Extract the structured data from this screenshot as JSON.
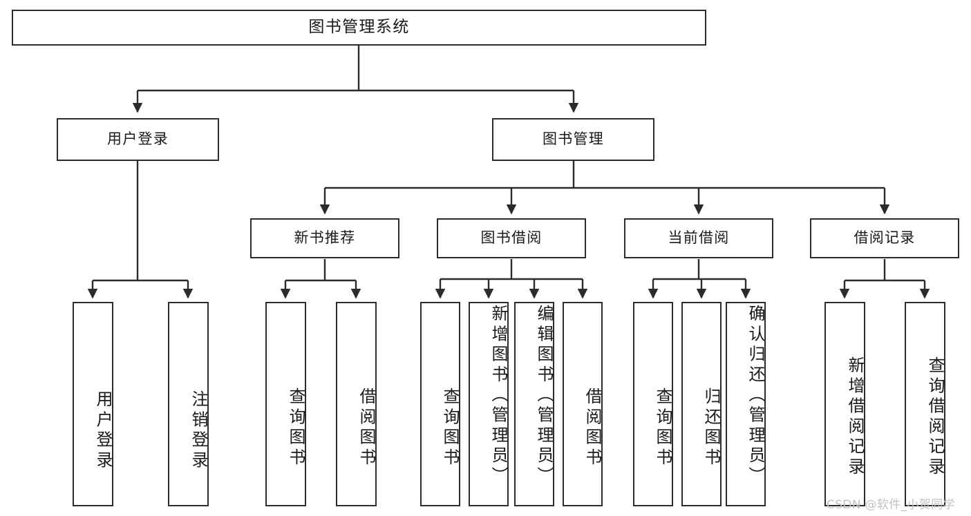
{
  "diagram": {
    "type": "hierarchy-tree",
    "orientation": "top-down",
    "root": {
      "label": "图书管理系统"
    },
    "level2": [
      {
        "label": "用户登录"
      },
      {
        "label": "图书管理"
      }
    ],
    "level3": [
      {
        "label": "新书推荐"
      },
      {
        "label": "图书借阅"
      },
      {
        "label": "当前借阅"
      },
      {
        "label": "借阅记录"
      }
    ],
    "leaves": {
      "user_login": [
        {
          "label": "用户登录"
        },
        {
          "label": "注销登录"
        }
      ],
      "new_book_recommend": [
        {
          "label": "查询图书"
        },
        {
          "label": "借阅图书"
        }
      ],
      "book_borrow": [
        {
          "label": "查询图书"
        },
        {
          "label": "新增图书（管理员）"
        },
        {
          "label": "编辑图书（管理员）"
        },
        {
          "label": "借阅图书"
        }
      ],
      "current_borrow": [
        {
          "label": "查询图书"
        },
        {
          "label": "归还图书"
        },
        {
          "label": "确认归还（管理员）"
        }
      ],
      "borrow_record": [
        {
          "label": "新增借阅记录"
        },
        {
          "label": "查询借阅记录"
        }
      ]
    }
  },
  "watermark": {
    "text": "CSDN @软件_小贺同学"
  },
  "colors": {
    "stroke": "#2b2b2b",
    "background": "#ffffff",
    "text": "#1a1a1a",
    "watermark": "#c2c2c2"
  }
}
